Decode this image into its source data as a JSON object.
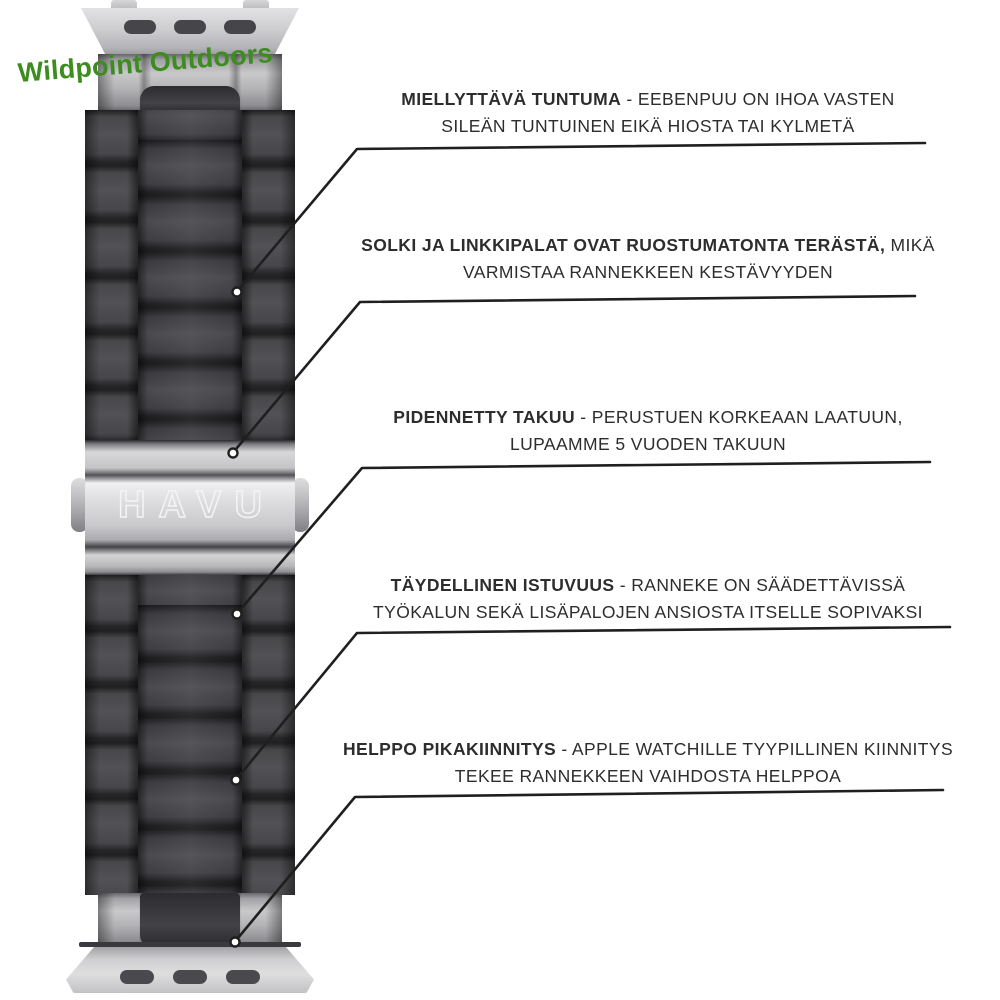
{
  "brand": {
    "logo_text": "Wildpoint Outdoors",
    "logo_color": "#3c8c1e"
  },
  "band": {
    "clasp_engraving": "HAVU"
  },
  "colors": {
    "line_color": "#1f1f1f",
    "text_color": "#2d2d2d",
    "background": "#ffffff"
  },
  "callouts": [
    {
      "title": "MIELLYTTÄVÄ TUNTUMA",
      "sep": " - ",
      "body": "EEBENPUU ON IHOA VASTEN SILEÄN TUNTUINEN EIKÄ HIOSTA TAI KYLMETÄ"
    },
    {
      "title": "SOLKI JA LINKKIPALAT OVAT RUOSTUMATONTA TERÄSTÄ,",
      "sep": " ",
      "body": "MIKÄ VARMISTAA RANNEKKEEN KESTÄVYYDEN"
    },
    {
      "title": "PIDENNETTY TAKUU",
      "sep": " - ",
      "body": "PERUSTUEN KORKEAAN LAATUUN, LUPAAMME 5 VUODEN TAKUUN"
    },
    {
      "title": "TÄYDELLINEN ISTUVUUS",
      "sep": " - ",
      "body": "RANNEKE ON SÄÄDETTÄVISSÄ TYÖKALUN SEKÄ LISÄPALOJEN ANSIOSTA ITSELLE SOPIVAKSI"
    },
    {
      "title": "HELPPO PIKAKIINNITYS",
      "sep": " - ",
      "body": "APPLE WATCHILLE TYYPILLINEN KIINNITYS TEKEE RANNEKKEEN VAIHDOSTA HELPPOA"
    }
  ]
}
